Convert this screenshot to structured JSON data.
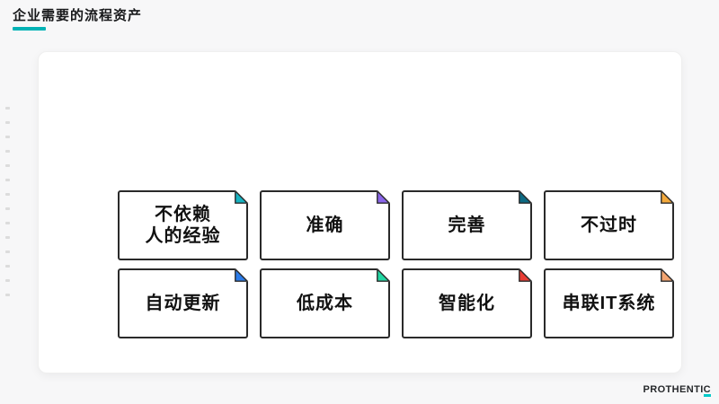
{
  "page": {
    "title": "企业需要的流程资产",
    "accent_color": "#00b2b5"
  },
  "logo": {
    "text": "PROTHENTIC",
    "accent_color": "#00c9c8"
  },
  "decor": {
    "left_tick_count": 14,
    "tick_color": "#dcdcdc"
  },
  "notes": [
    {
      "label": "不依赖\n人的经验",
      "fold_color": "#17b3c1"
    },
    {
      "label": "准确",
      "fold_color": "#8a65ea"
    },
    {
      "label": "完善",
      "fold_color": "#0d6a83"
    },
    {
      "label": "不过时",
      "fold_color": "#f3a93c"
    },
    {
      "label": "自动更新",
      "fold_color": "#2b7cea"
    },
    {
      "label": "低成本",
      "fold_color": "#21d7a3"
    },
    {
      "label": "智能化",
      "fold_color": "#e93c34"
    },
    {
      "label": "串联IT系统",
      "fold_color": "#f3a470"
    }
  ]
}
